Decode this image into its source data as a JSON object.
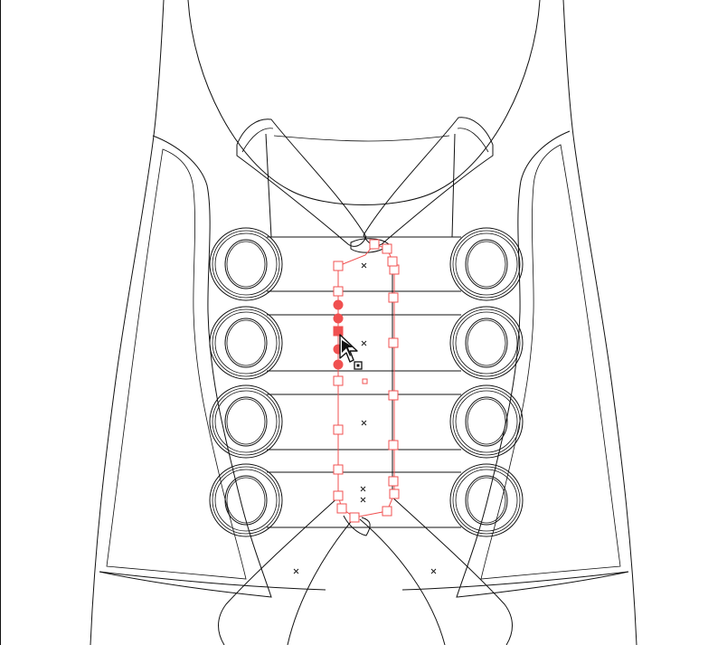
{
  "canvas": {
    "background": "#ffffff",
    "stroke_color": "#111111",
    "selection_color": "#f05050"
  },
  "artwork": {
    "subject": "shoe-lacing-line-art",
    "eyelet_rows": 4,
    "eyelets_per_side": 4
  },
  "selection": {
    "type": "path",
    "anchor_count": 22,
    "selected_anchor_count": 6
  },
  "tool": {
    "cursor": "direct-selection-arrow-icon"
  }
}
